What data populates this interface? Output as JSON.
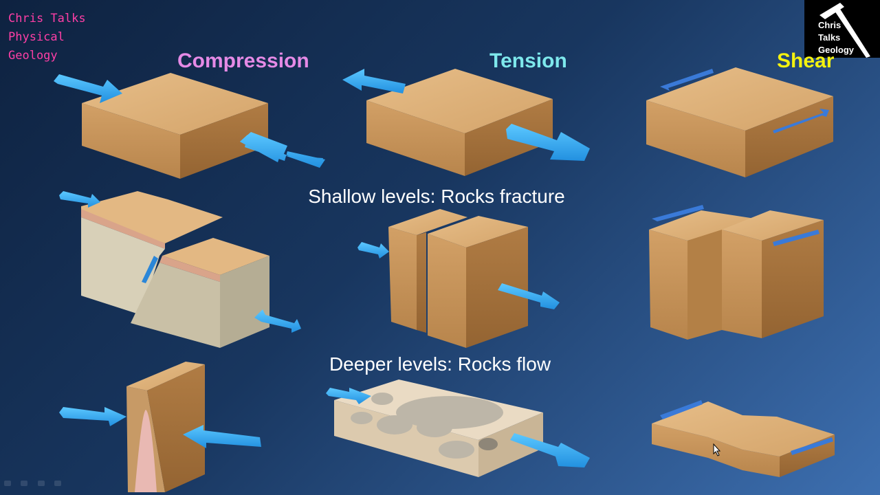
{
  "watermark": {
    "line1": "Chris Talks",
    "line2": "Physical",
    "line3": "Geology"
  },
  "logo": {
    "line1": "Chris",
    "line2": "Talks",
    "line3": "Geology"
  },
  "columns": {
    "compression": {
      "label": "Compression",
      "color": "#e58ae6"
    },
    "tension": {
      "label": "Tension",
      "color": "#7ee8ec"
    },
    "shear": {
      "label": "Shear",
      "color": "#f4f20f"
    }
  },
  "levels": {
    "shallow": "Shallow levels: Rocks fracture",
    "deep": "Deeper levels: Rocks flow"
  },
  "colors": {
    "block_top": "#e2b47c",
    "block_front": "#c9955a",
    "block_side": "#a8773f",
    "arrow": "#35aef0",
    "deep_block": "#e7d6bf"
  }
}
